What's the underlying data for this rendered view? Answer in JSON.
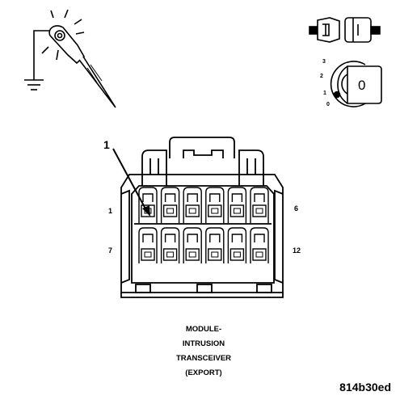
{
  "callout": {
    "number": "1"
  },
  "pins": {
    "top_left": "1",
    "top_right": "6",
    "bottom_left": "7",
    "bottom_right": "12"
  },
  "ignition_key": {
    "positions": [
      "3",
      "2",
      "1",
      "0"
    ],
    "key_label": "0"
  },
  "caption": {
    "lines": [
      "MODULE-",
      "INTRUSION",
      "TRANSCEIVER",
      "(EXPORT)"
    ]
  },
  "figure_id": "814b30ed",
  "icons": {
    "test_probe": "test-light-probe-icon",
    "ground": "ground-symbol-icon",
    "connector_plug": "connector-plug-icon",
    "ignition_switch": "ignition-switch-icon"
  }
}
